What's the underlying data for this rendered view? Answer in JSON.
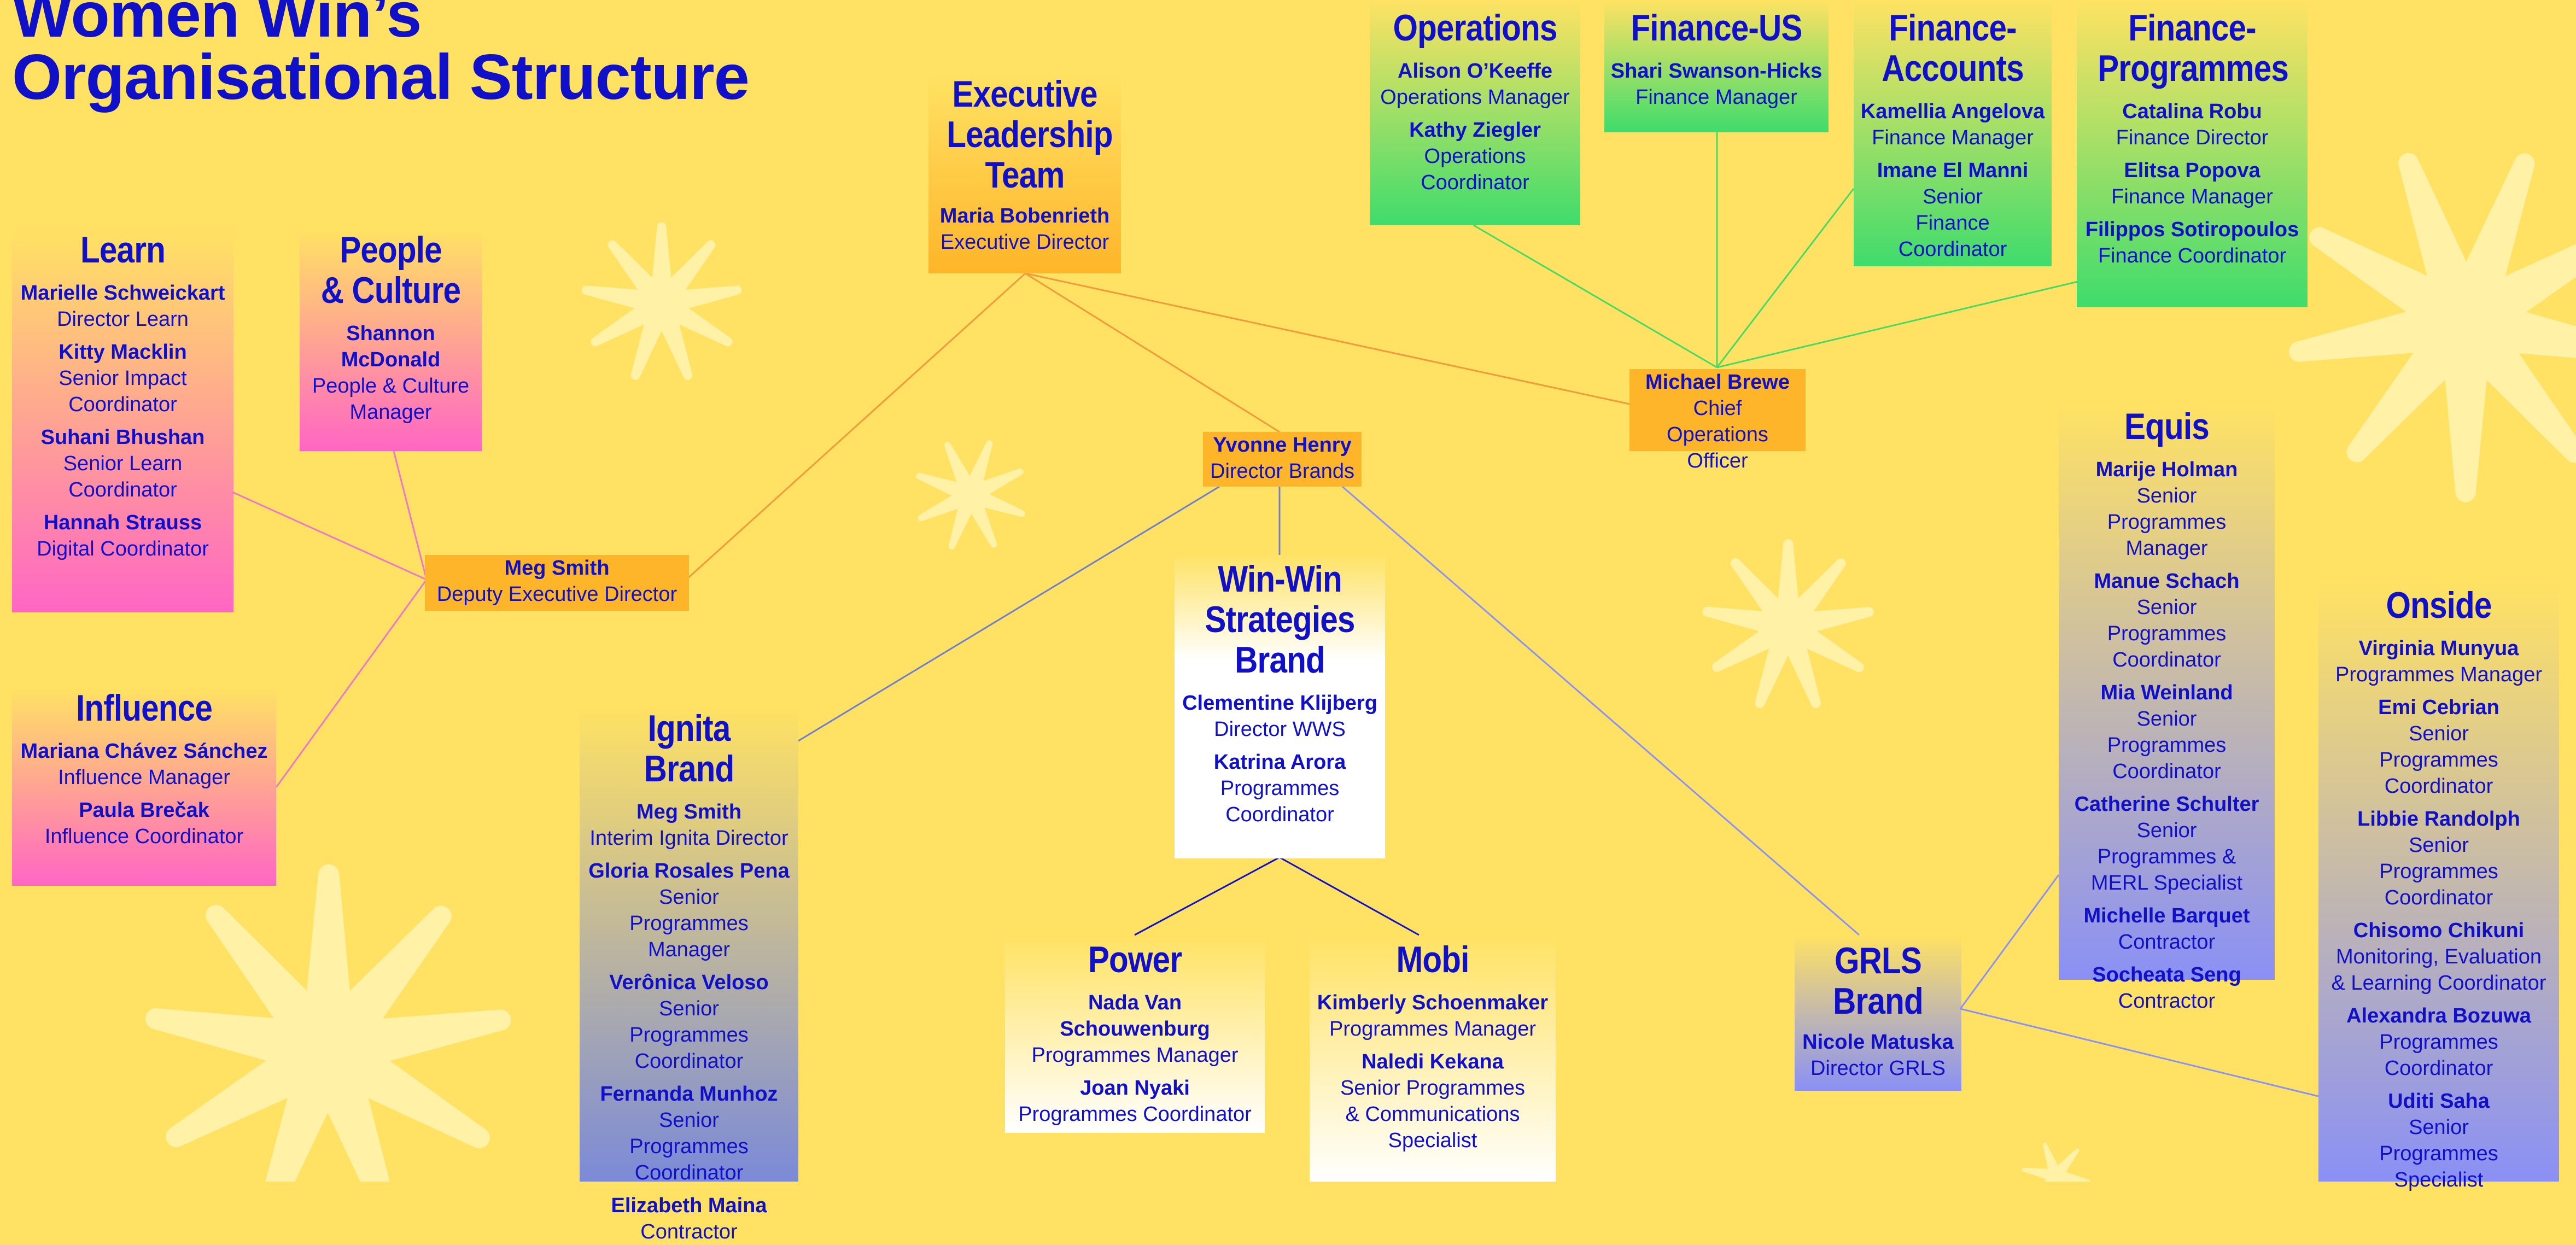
{
  "title": {
    "line1": "Women Win’s",
    "line2": "Organisational Structure"
  },
  "colors": {
    "background": "#FFE263",
    "text": "#1010C8",
    "orange": "#FFB52A",
    "green": "#3FDC6C",
    "pink": "#FF66C4",
    "white": "#FFFFFF",
    "periwinkle": "#8A90F5",
    "star": "#FFF1A6"
  },
  "executive": {
    "heading_line1": "Executive",
    "heading_line2": "Leadership",
    "heading_line3": "Team",
    "people": [
      {
        "name": "Maria Bobenrieth",
        "role": "Executive Director"
      }
    ]
  },
  "deputy": {
    "name": "Meg Smith",
    "role": "Deputy Executive Director"
  },
  "coo": {
    "name": "Michael Brewe",
    "role": "Chief Operations Officer"
  },
  "director_brands": {
    "name": "Yvonne Henry",
    "role": "Director Brands"
  },
  "learn": {
    "heading": "Learn",
    "people": [
      {
        "name": "Marielle Schweickart",
        "role": "Director Learn"
      },
      {
        "name": "Kitty Macklin",
        "role": "Senior Impact Coordinator"
      },
      {
        "name": "Suhani Bhushan",
        "role": "Senior Learn Coordinator"
      },
      {
        "name": "Hannah Strauss",
        "role": "Digital Coordinator"
      }
    ]
  },
  "people_culture": {
    "heading_line1": "People",
    "heading_line2": "& Culture",
    "people": [
      {
        "name": "Shannon McDonald",
        "role": "People & Culture Manager"
      }
    ]
  },
  "influence": {
    "heading": "Influence",
    "people": [
      {
        "name": "Mariana Chávez Sánchez",
        "role": "Influence Manager"
      },
      {
        "name": "Paula Brečak",
        "role": "Influence Coordinator"
      }
    ]
  },
  "operations": {
    "heading": "Operations",
    "people": [
      {
        "name": "Alison O’Keeffe",
        "role": "Operations Manager"
      },
      {
        "name": "Kathy Ziegler",
        "role": "Operations Coordinator"
      }
    ]
  },
  "finance_us": {
    "heading": "Finance-US",
    "people": [
      {
        "name": "Shari Swanson-Hicks",
        "role": "Finance Manager"
      }
    ]
  },
  "finance_accounts": {
    "heading_line1": "Finance-",
    "heading_line2": "Accounts",
    "people": [
      {
        "name": "Kamellia Angelova",
        "role": "Finance Manager"
      },
      {
        "name": "Imane El Manni",
        "role": "Senior Finance Coordinator"
      }
    ]
  },
  "finance_programmes": {
    "heading_line1": "Finance-",
    "heading_line2": "Programmes",
    "people": [
      {
        "name": "Catalina Robu",
        "role": "Finance Director"
      },
      {
        "name": "Elitsa Popova",
        "role": "Finance Manager"
      },
      {
        "name": "Filippos Sotiropoulos",
        "role": "Finance Coordinator"
      }
    ]
  },
  "wws": {
    "heading_line1": "Win-Win",
    "heading_line2": "Strategies",
    "heading_line3": "Brand",
    "people": [
      {
        "name": "Clementine Klijberg",
        "role": "Director WWS"
      },
      {
        "name": "Katrina Arora",
        "role": "Programmes Coordinator"
      }
    ]
  },
  "ignita": {
    "heading": "Ignita Brand",
    "people": [
      {
        "name": "Meg Smith",
        "role": "Interim Ignita Director"
      },
      {
        "name": "Gloria Rosales Pena",
        "role": "Senior Programmes Manager"
      },
      {
        "name": "Verônica Veloso",
        "role": "Senior Programmes Coordinator"
      },
      {
        "name": "Fernanda Munhoz",
        "role": "Senior Programmes Coordinator"
      },
      {
        "name": "Elizabeth Maina",
        "role": "Contractor"
      }
    ]
  },
  "power": {
    "heading": "Power",
    "people": [
      {
        "name": "Nada Van Schouwenburg",
        "role": "Programmes Manager"
      },
      {
        "name": "Joan Nyaki",
        "role": "Programmes Coordinator"
      }
    ]
  },
  "mobi": {
    "heading": "Mobi",
    "people": [
      {
        "name": "Kimberly Schoenmaker",
        "role": "Programmes Manager"
      },
      {
        "name": "Naledi Kekana",
        "role": "Senior Programmes & Communications Specialist"
      }
    ]
  },
  "grls": {
    "heading_line1": "GRLS",
    "heading_line2": "Brand",
    "people": [
      {
        "name": "Nicole Matuska",
        "role": "Director GRLS"
      }
    ]
  },
  "equis": {
    "heading": "Equis",
    "people": [
      {
        "name": "Marije Holman",
        "role": "Senior Programmes Manager"
      },
      {
        "name": "Manue Schach",
        "role": "Senior Programmes Coordinator"
      },
      {
        "name": "Mia Weinland",
        "role": "Senior Programmes Coordinator"
      },
      {
        "name": "Catherine Schulter",
        "role": "Senior Programmes & MERL Specialist"
      },
      {
        "name": "Michelle Barquet",
        "role": "Contractor"
      },
      {
        "name": "Socheata Seng",
        "role": "Contractor"
      }
    ]
  },
  "onside": {
    "heading": "Onside",
    "people": [
      {
        "name": "Virginia Munyua",
        "role": "Programmes Manager"
      },
      {
        "name": "Emi Cebrian",
        "role": "Senior Programmes Coordinator"
      },
      {
        "name": "Libbie Randolph",
        "role": "Senior Programmes Coordinator"
      },
      {
        "name": "Chisomo Chikuni",
        "role": "Monitoring, Evaluation & Learning Coordinator"
      },
      {
        "name": "Alexandra Bozuwa",
        "role": "Programmes Coordinator"
      },
      {
        "name": "Uditi Saha",
        "role": "Senior Programmes Specialist"
      }
    ]
  }
}
